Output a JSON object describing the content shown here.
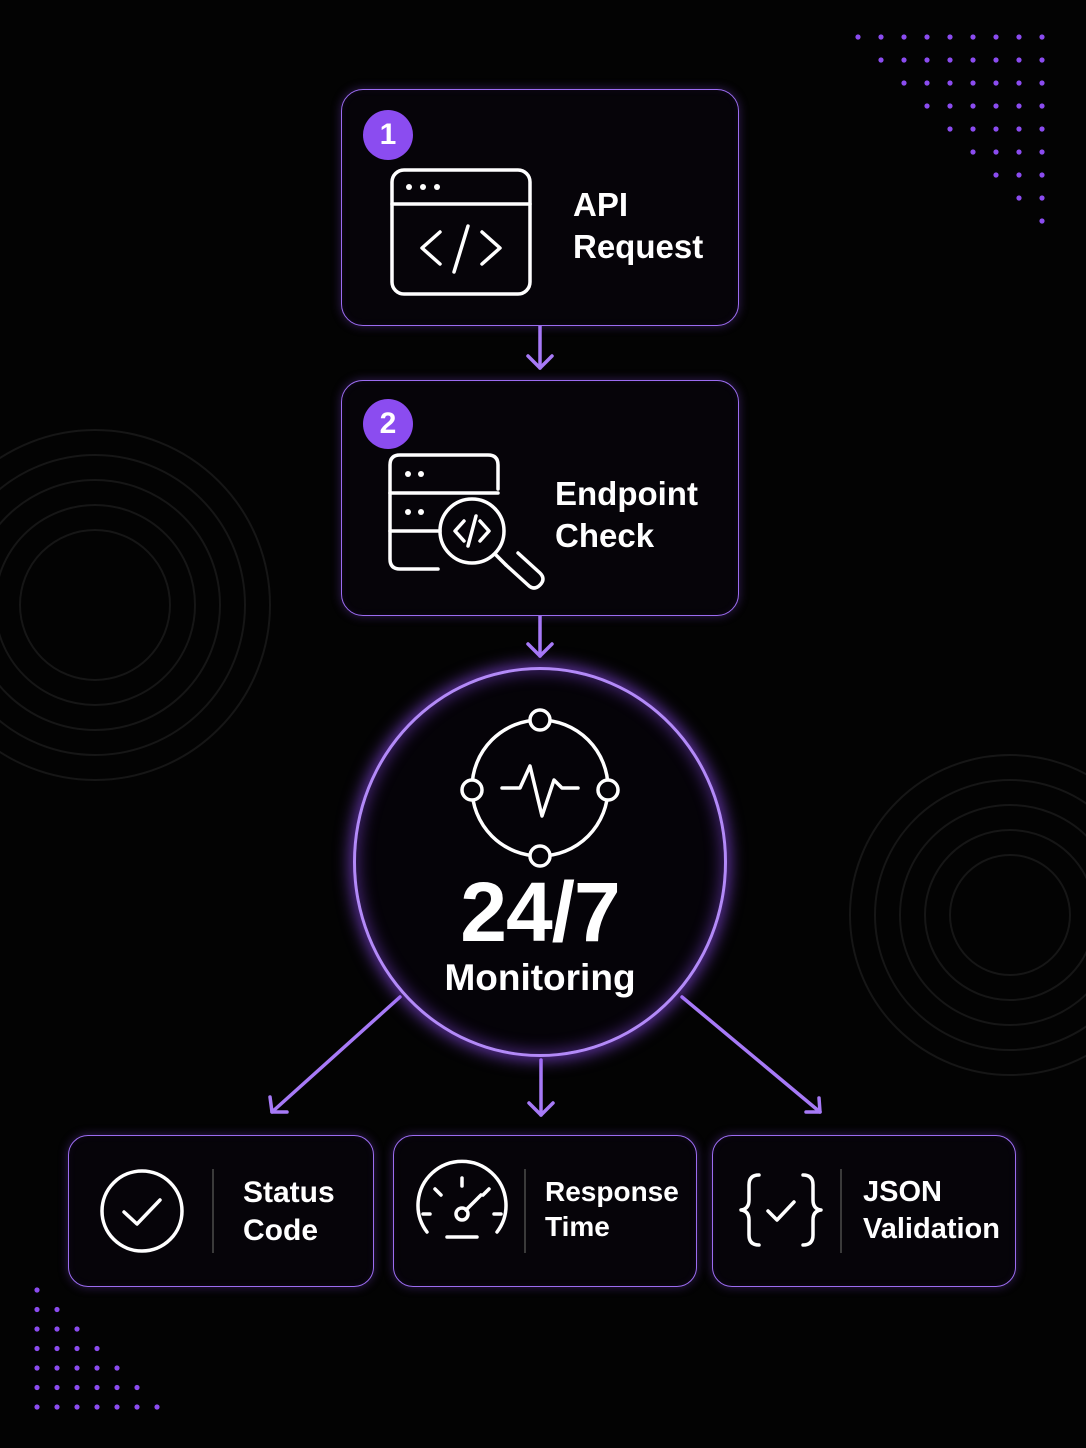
{
  "colors": {
    "accent": "#8b4cf0",
    "border": "#9b6cf0",
    "glow": "#b38af8",
    "background": "#030303",
    "text": "#ffffff"
  },
  "steps": [
    {
      "number": "1",
      "line1": "API",
      "line2": "Request",
      "icon": "code-window-icon"
    },
    {
      "number": "2",
      "line1": "Endpoint",
      "line2": "Check",
      "icon": "server-inspect-icon"
    }
  ],
  "hub": {
    "number": "24/7",
    "label": "Monitoring",
    "icon": "pulse-monitor-icon"
  },
  "outputs": [
    {
      "line1": "Status",
      "line2": "Code",
      "icon": "check-circle-icon"
    },
    {
      "line1": "Response",
      "line2": "Time",
      "icon": "speedometer-icon"
    },
    {
      "line1": "JSON",
      "line2": "Validation",
      "icon": "json-check-icon"
    }
  ]
}
